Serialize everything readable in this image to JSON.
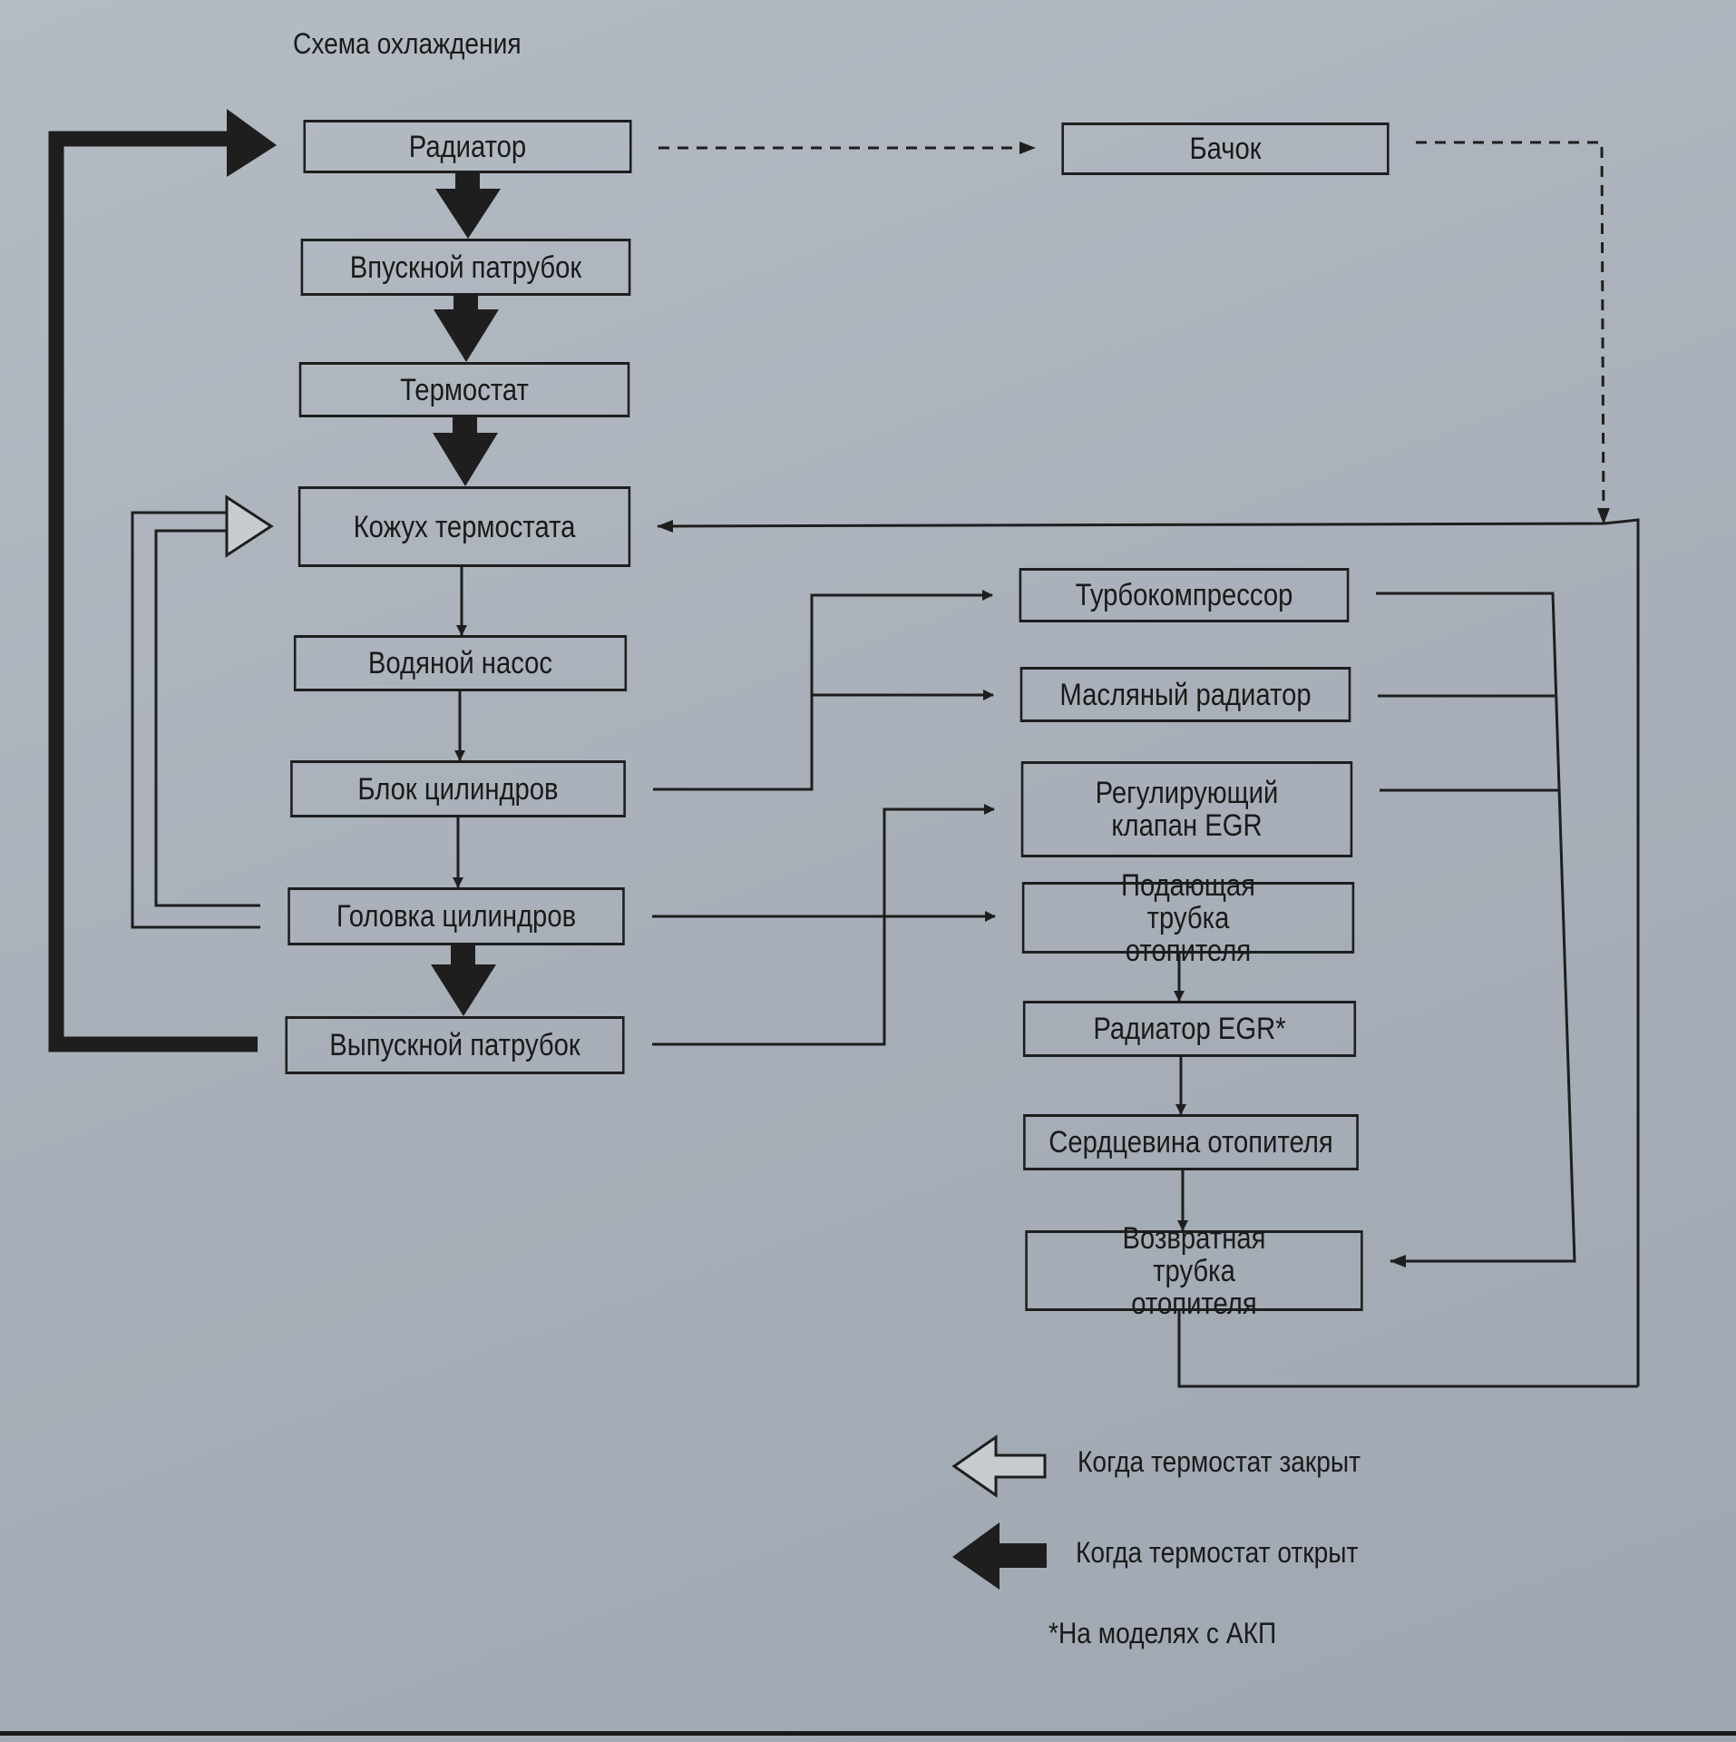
{
  "title": "Схема охлаждения",
  "nodes": {
    "radiator": "Радиатор",
    "tank": "Бачок",
    "inlet_pipe": "Впускной патрубок",
    "thermostat": "Термостат",
    "thermostat_housing": "Кожух термостата",
    "water_pump": "Водяной насос",
    "cylinder_block": "Блок цилиндров",
    "cylinder_head": "Головка цилиндров",
    "outlet_pipe": "Выпускной патрубок",
    "turbocharger": "Турбокомпрессор",
    "oil_cooler": "Масляный радиатор",
    "egr_valve": "Регулирующий клапан EGR",
    "heater_supply": "Подающая трубка отопителя",
    "egr_cooler": "Радиатор EGR*",
    "heater_core": "Сердцевина отопителя",
    "heater_return": "Возвратная трубка отопителя"
  },
  "legend": {
    "closed": "Когда термостат закрыт",
    "open": "Когда термостат открыт",
    "footnote": "*На моделях с АКП"
  },
  "colors": {
    "ink": "#1e1e1e",
    "paper": "#aab1b9"
  }
}
